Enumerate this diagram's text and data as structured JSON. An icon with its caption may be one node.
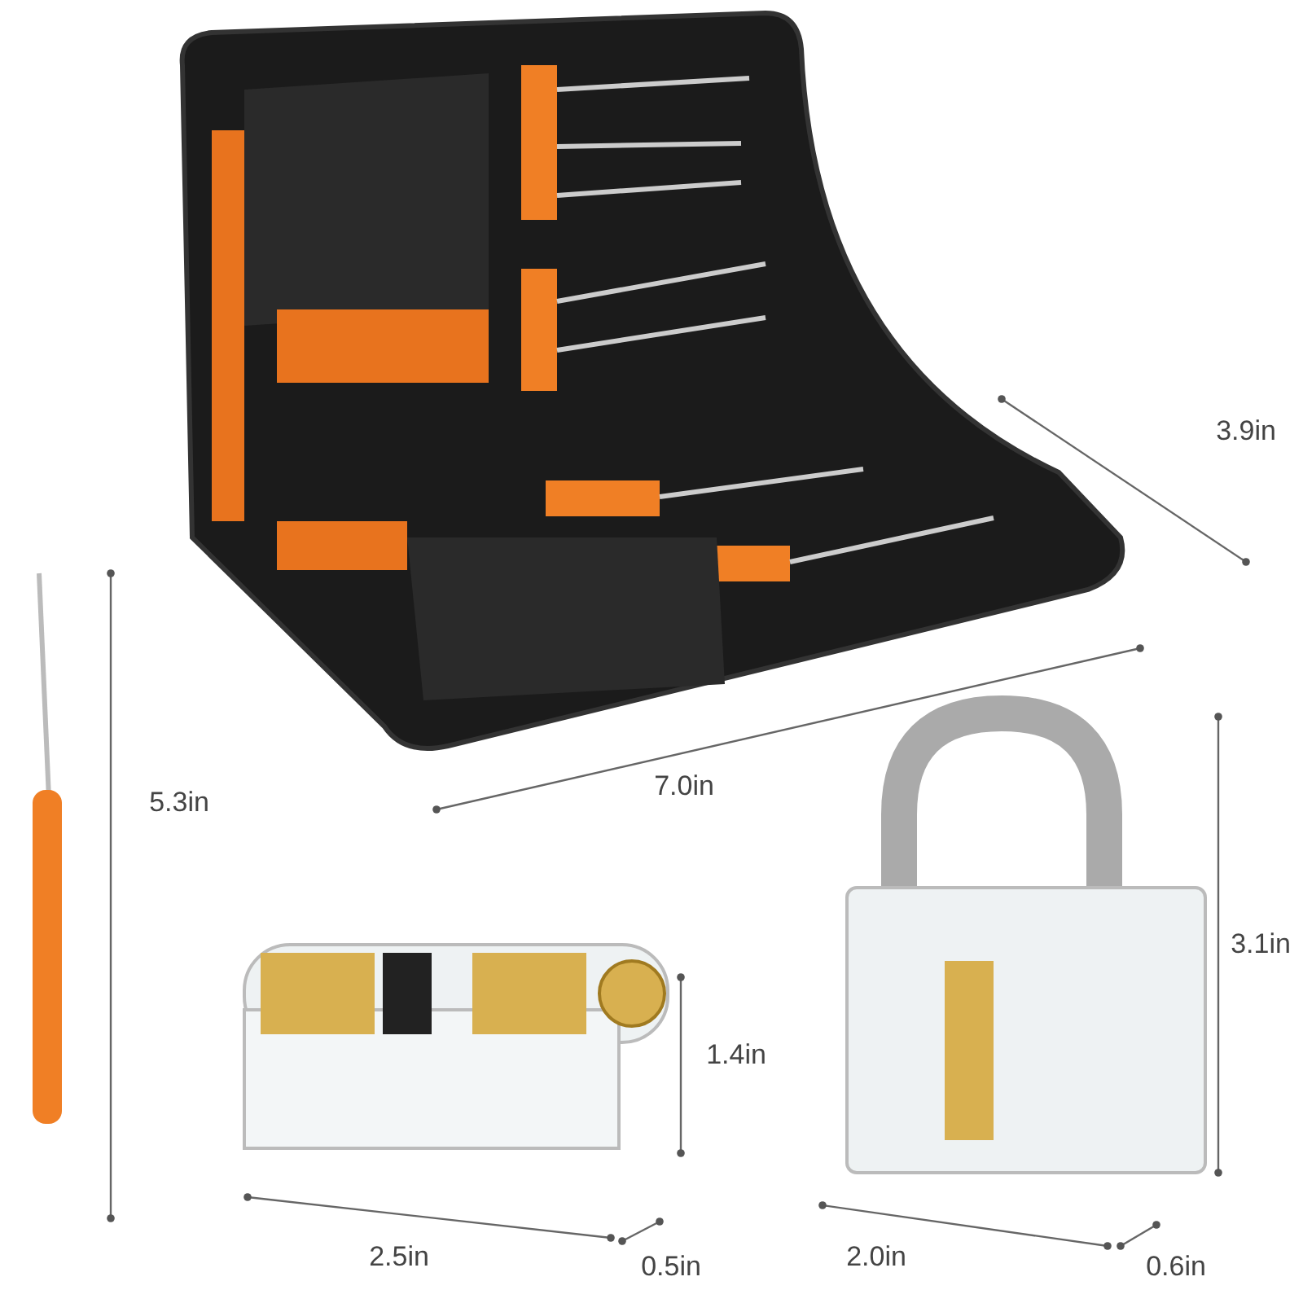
{
  "diagram": {
    "labels": [
      "3.9in",
      "7.0in",
      "5.3in",
      "3.1in",
      "1.4in",
      "2.5in",
      "0.5in",
      "2.0in",
      "0.6in"
    ]
  }
}
